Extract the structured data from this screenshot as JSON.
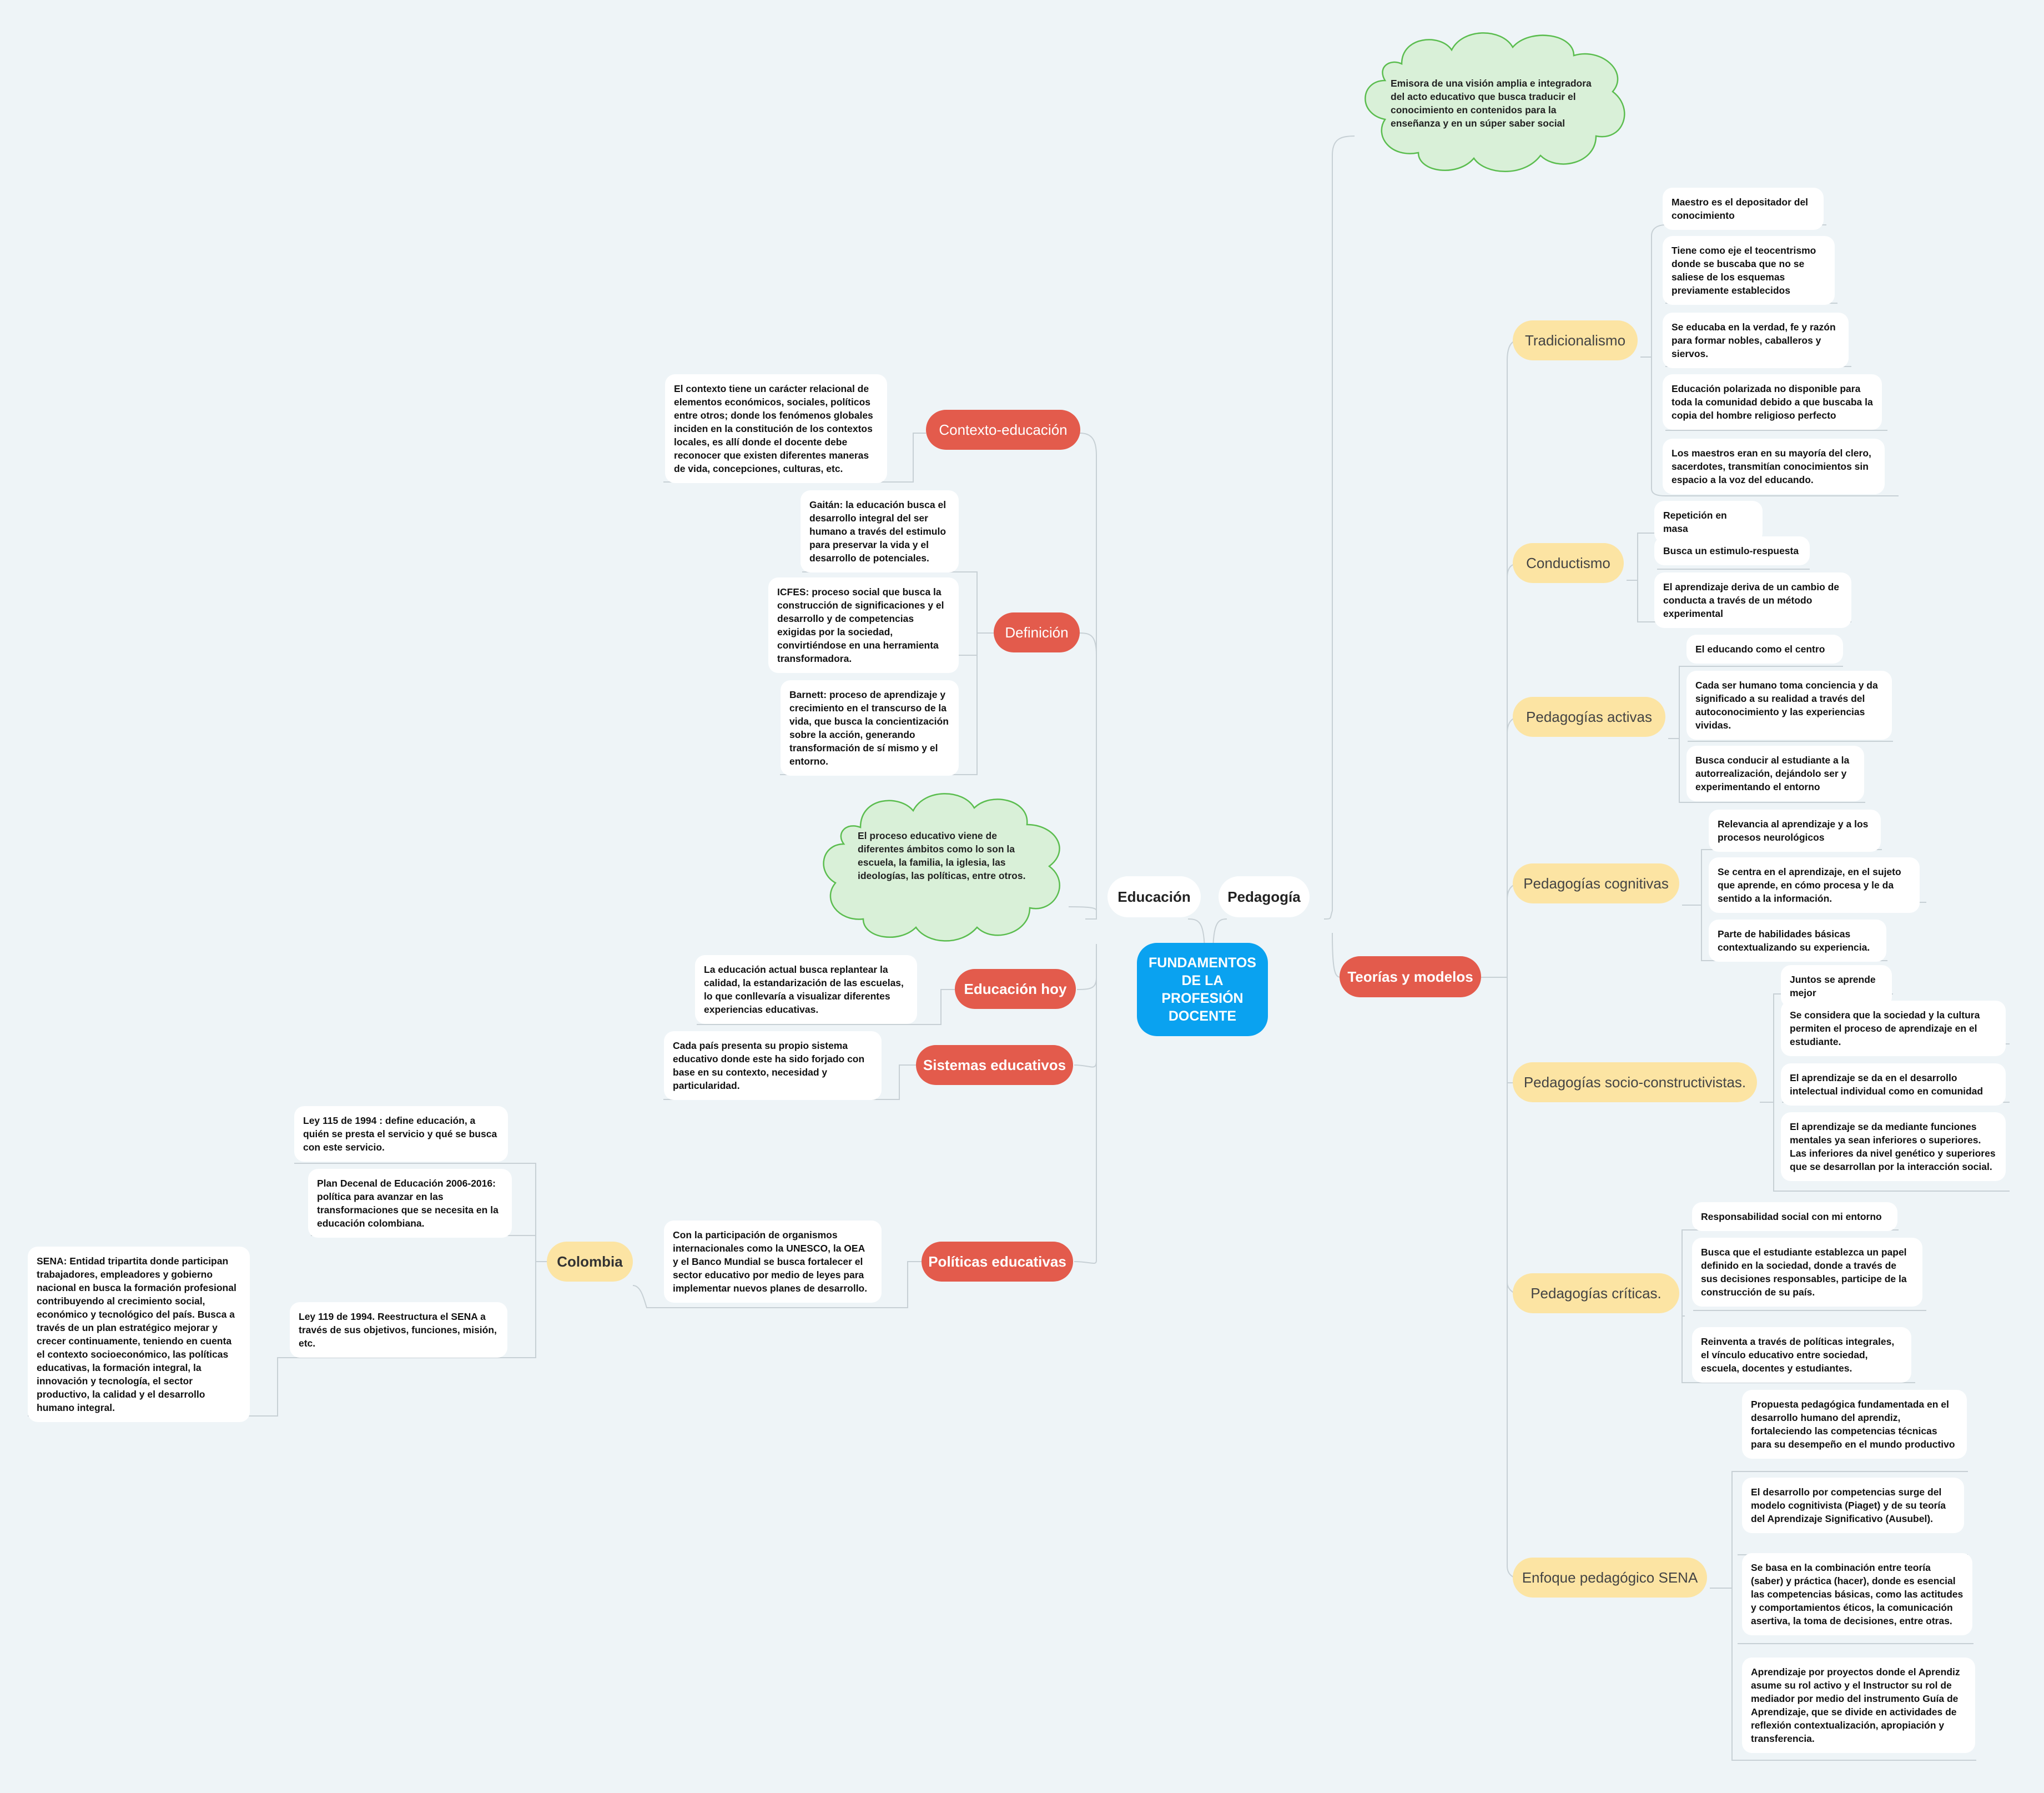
{
  "root": {
    "label": "FUNDAMENTOS DE LA PROFESIÓN DOCENTE"
  },
  "left": {
    "tag": "Educación",
    "contexto": {
      "label": "Contexto-educación",
      "note": "El contexto tiene un carácter relacional de elementos económicos, sociales, políticos entre otros; donde los fenómenos globales inciden en la constitución de los contextos locales, es allí donde el docente debe reconocer que existen diferentes maneras de vida, concepciones, culturas, etc."
    },
    "definicion": {
      "label": "Definición",
      "notes": [
        "Gaitán: la educación busca el desarrollo integral del ser humano a través del estimulo para preservar la vida y el desarrollo de potenciales.",
        "ICFES: proceso social que busca la construcción de significaciones y el desarrollo y de competencias exigidas por la sociedad, convirtiéndose en  una herramienta transformadora.",
        "Barnett: proceso de aprendizaje y crecimiento en el transcurso de la vida, que busca la concientización sobre la acción, generando transformación de sí mismo y el entorno."
      ]
    },
    "cloud": "El proceso educativo viene de diferentes ámbitos como lo son la escuela, la familia, la iglesia, las ideologías, las políticas, entre otros.",
    "educacion_hoy": {
      "label": "Educación hoy",
      "note": "La educación actual busca replantear la calidad, la estandarización de las escuelas, lo que conllevaría a visualizar diferentes experiencias educativas."
    },
    "sistemas": {
      "label": "Sistemas educativos",
      "note": "Cada país presenta su propio sistema educativo donde este ha sido forjado con base en su contexto, necesidad y particularidad."
    },
    "politicas": {
      "label": "Políticas educativas",
      "note": "Con la participación de organismos internacionales como la UNESCO, la OEA y el Banco Mundial se busca fortalecer el sector educativo por medio de leyes para implementar nuevos planes de desarrollo.",
      "colombia": {
        "label": "Colombia",
        "items": [
          "Ley 115 de 1994 : define educación, a quién se presta el servicio y qué se busca con este servicio.",
          "Plan Decenal de Educación 2006-2016: política para avanzar en las transformaciones que se necesita en la educación colombiana.",
          "Ley 119 de 1994. Reestructura el SENA a través de sus objetivos, funciones, misión, etc."
        ],
        "sena": "SENA: Entidad tripartita donde participan trabajadores, empleadores y gobierno nacional en busca la formación profesional contribuyendo al crecimiento social, económico y tecnológico del país. Busca a través de un plan estratégico mejorar y crecer continuamente, teniendo en cuenta el contexto socioeconómico, las políticas educativas, la formación integral, la innovación y tecnología, el sector productivo, la calidad y el desarrollo humano integral."
      }
    }
  },
  "right": {
    "tag": "Pedagogía",
    "cloud": "Emisora de una visión amplia e integradora del acto educativo que busca traducir el conocimiento en contenidos para la enseñanza y en un súper saber social",
    "teorias": {
      "label": "Teorías y modelos",
      "groups": [
        {
          "label": "Tradicionalismo",
          "items": [
            "Maestro es el depositador del conocimiento",
            "Tiene como eje el teocentrismo donde se buscaba que no se saliese de los esquemas previamente establecidos",
            "Se educaba en la verdad, fe y razón para formar nobles, caballeros y siervos.",
            "Educación polarizada no disponible para toda la comunidad debido a que buscaba la copia del hombre religioso perfecto",
            "Los maestros eran en su mayoría del clero, sacerdotes, transmitían conocimientos sin espacio a la voz del educando."
          ]
        },
        {
          "label": "Conductismo",
          "items": [
            "Repetición en masa",
            "Busca un estimulo-respuesta",
            "El aprendizaje deriva de un cambio de conducta a través de un método experimental"
          ]
        },
        {
          "label": "Pedagogías activas",
          "items": [
            "El educando como el centro",
            "Cada ser humano toma conciencia y da significado a su realidad a través del autoconocimiento y las experiencias vividas.",
            "Busca conducir al estudiante a la autorrealización, dejándolo ser y experimentando el entorno"
          ]
        },
        {
          "label": "Pedagogías cognitivas",
          "items": [
            "Relevancia al aprendizaje y a los procesos neurológicos",
            "Se centra en el aprendizaje, en el sujeto que aprende, en cómo procesa y le da sentido a la información.",
            "Parte de habilidades básicas contextualizando su experiencia."
          ]
        },
        {
          "label": "Pedagogías socio-constructivistas.",
          "items": [
            "Juntos se aprende mejor",
            "Se considera que la sociedad y la cultura permiten el proceso de aprendizaje en el estudiante.",
            "El aprendizaje se da en el desarrollo intelectual individual como en comunidad",
            "El aprendizaje se da mediante funciones mentales ya sean inferiores o superiores. Las inferiores da nivel genético y superiores que se desarrollan por la interacción social."
          ]
        },
        {
          "label": "Pedagogías críticas.",
          "items": [
            "Responsabilidad social con mi entorno",
            "Busca que el estudiante establezca un papel definido en la sociedad, donde a través de sus decisiones responsables, participe de la construcción de su país.",
            "Reinventa a través de políticas integrales, el vínculo educativo entre sociedad, escuela, docentes y estudiantes."
          ]
        },
        {
          "label": "Enfoque pedagógico SENA",
          "items": [
            "Propuesta pedagógica fundamentada en el desarrollo humano del aprendiz, fortaleciendo las competencias técnicas para su desempeño en el mundo productivo",
            "El desarrollo por competencias surge del modelo cognitivista (Piaget) y de su teoría del Aprendizaje Significativo (Ausubel).",
            "Se basa en la combinación entre teoría (saber) y práctica (hacer), donde es esencial las competencias básicas, como las actitudes y comportamientos éticos, la comunicación asertiva, la toma de decisiones, entre otras.",
            "Aprendizaje por proyectos donde el Aprendiz asume su rol activo y el Instructor su rol de mediador por medio del instrumento Guía de Aprendizaje, que se divide en actividades de reflexión contextualización, apropiación y transferencia."
          ]
        }
      ]
    }
  },
  "colors": {
    "root": "#0aa2f0",
    "branch": "#e35b4c",
    "topic": "#fce4a3",
    "cloud_fill": "#d9f0d8",
    "cloud_stroke": "#5bbd4f",
    "background": "#eef4f7"
  }
}
